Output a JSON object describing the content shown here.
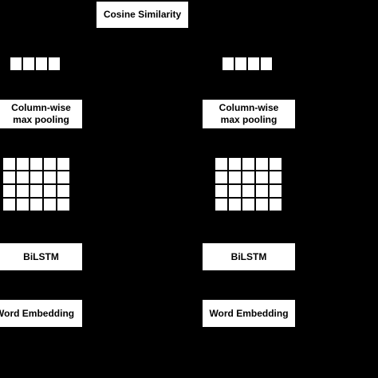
{
  "top": {
    "label": "Cosine Similarity"
  },
  "branches": [
    {
      "pooling_line1": "Column-wise",
      "pooling_line2": "max pooling",
      "bilstm": "BiLSTM",
      "embedding": "Word Embedding"
    },
    {
      "pooling_line1": "Column-wise",
      "pooling_line2": "max pooling",
      "bilstm": "BiLSTM",
      "embedding": "Word Embedding"
    }
  ],
  "vector_cells": 4,
  "matrix_rows": 4,
  "matrix_cols": 5
}
